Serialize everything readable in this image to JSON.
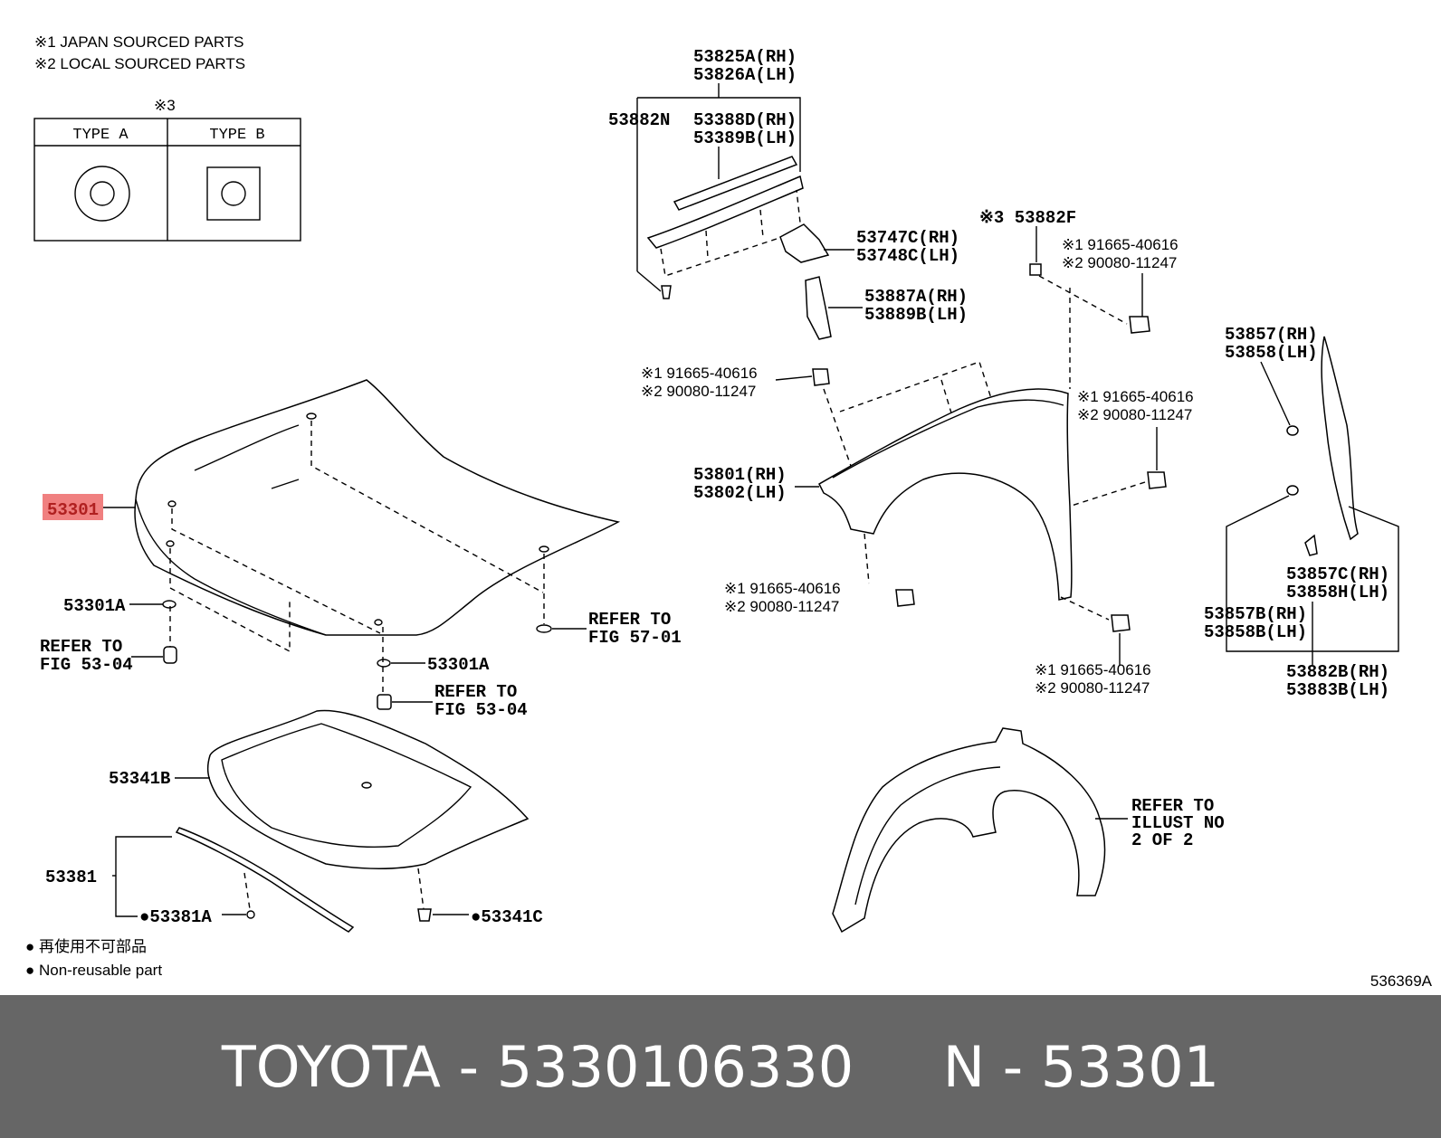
{
  "legend": {
    "note1": "※1 JAPAN SOURCED PARTS",
    "note2": "※2 LOCAL SOURCED PARTS",
    "note3_mark": "※3",
    "type_a": "TYPE A",
    "type_b": "TYPE B",
    "nonreusable_jp": "● 再使用不可部品",
    "nonreusable_en": "● Non-reusable part"
  },
  "labels": {
    "p53301": "53301",
    "p53301A_left": "53301A",
    "p53301A_mid": "53301A",
    "ref_53_04_left_1": "REFER TO",
    "ref_53_04_left_2": "FIG 53-04",
    "ref_53_04_mid_1": "REFER TO",
    "ref_53_04_mid_2": "FIG 53-04",
    "ref_57_01_1": "REFER TO",
    "ref_57_01_2": "FIG 57-01",
    "p53341B": "53341B",
    "p53381": "53381",
    "p53381A": "●53381A",
    "p53341C": "●53341C",
    "p53825A": "53825A(RH)",
    "p53826A": "53826A(LH)",
    "p53882N": "53882N",
    "p53388D": "53388D(RH)",
    "p53389B": "53389B(LH)",
    "p53747C": "53747C(RH)",
    "p53748C": "53748C(LH)",
    "p53887A": "53887A(RH)",
    "p53889B": "53889B(LH)",
    "p53882F": "※3 53882F",
    "bolt_top_1": "※1 91665-40616",
    "bolt_top_2": "※2 90080-11247",
    "bolt_left_1": "※1 91665-40616",
    "bolt_left_2": "※2 90080-11247",
    "bolt_right_1": "※1 91665-40616",
    "bolt_right_2": "※2 90080-11247",
    "bolt_lowleft_1": "※1 91665-40616",
    "bolt_lowleft_2": "※2 90080-11247",
    "bolt_lowright_1": "※1 91665-40616",
    "bolt_lowright_2": "※2 90080-11247",
    "p53801": "53801(RH)",
    "p53802": "53802(LH)",
    "p53857": "53857(RH)",
    "p53858": "53858(LH)",
    "p53857C": "53857C(RH)",
    "p53858H": "53858H(LH)",
    "p53857B": "53857B(RH)",
    "p53858B": "53858B(LH)",
    "p53882B": "53882B(RH)",
    "p53883B": "53883B(LH)",
    "ref_illust_1": "REFER TO",
    "ref_illust_2": "ILLUST NO",
    "ref_illust_3": "2 OF 2",
    "fig_code": "536369A"
  },
  "highlight": {
    "part": "53301",
    "color": "#f08080"
  },
  "footer": {
    "text": "TOYOTA - 5330106330     N - 53301",
    "bg_color": "#666666",
    "text_color": "#ffffff"
  }
}
